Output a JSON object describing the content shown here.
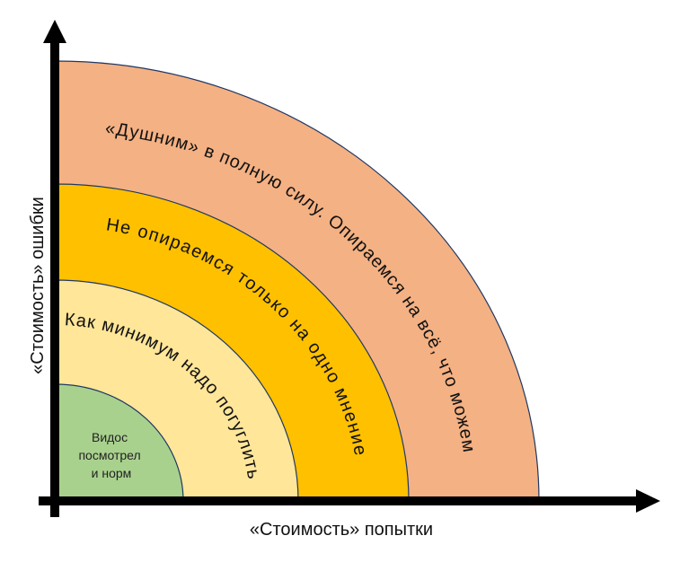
{
  "axes": {
    "x_label": "«Стоимость» попытки",
    "y_label": "«Стоимость» ошибки"
  },
  "zones": [
    {
      "name": "full",
      "label": "«Душним» в полную силу. Опираемся на всё, что можем",
      "color": "#F4B183"
    },
    {
      "name": "multi-opinion",
      "label": "Не опираемся только на одно мнение",
      "color": "#FFC000"
    },
    {
      "name": "google",
      "label": "Как минимум надо погуглить",
      "color": "#FFE699"
    },
    {
      "name": "video",
      "label_lines": [
        "Видос",
        "посмотрел",
        "и норм"
      ],
      "color": "#A9D18E"
    }
  ],
  "colors": {
    "outline": "#1F3864",
    "axis": "#000000"
  }
}
